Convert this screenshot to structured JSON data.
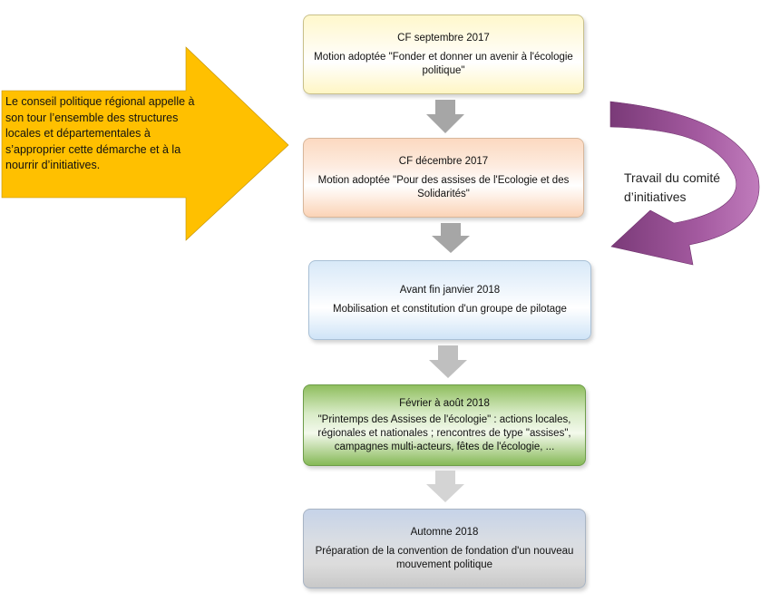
{
  "steps": [
    {
      "title": "CF septembre 2017",
      "text": "Motion adoptée \"Fonder et donner un avenir à l'écologie politique\""
    },
    {
      "title": "CF décembre 2017",
      "text": "Motion adoptée \"Pour des assises de l'Ecologie et des Solidarités\""
    },
    {
      "title": "Avant fin janvier 2018",
      "text": "Mobilisation et constitution d'un groupe de pilotage"
    },
    {
      "title": "Février à août 2018",
      "text": "\"Printemps des Assises de l'écologie\" : actions locales, régionales et nationales ; rencontres de type \"assises\", campagnes multi-acteurs, fêtes de l'écologie, ..."
    },
    {
      "title": "Automne 2018",
      "text": "Préparation de la convention de fondation d'un nouveau mouvement politique"
    }
  ],
  "side_note": {
    "lines": [
      "Le conseil politique régional appelle à",
      "son tour l’ensemble des structures",
      "locales et départementales à",
      "s’approprier cette démarche et à la",
      "nourrir d’initiatives."
    ]
  },
  "loop_label": "Travail du comité d’initiatives",
  "colors": {
    "side_arrow": "#ffc000",
    "loop_arrow": "#9e4f98",
    "down_arrows": [
      "#a6a6a6",
      "#a6a6a6",
      "#bfbfbf",
      "#d4d4d4"
    ]
  }
}
